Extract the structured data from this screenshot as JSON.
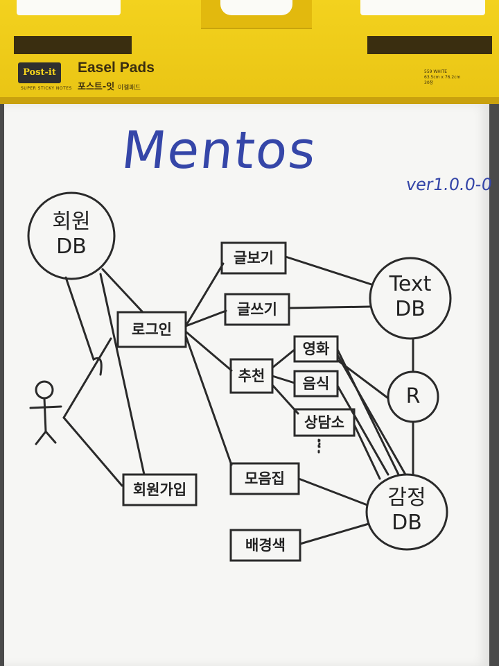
{
  "pad": {
    "logo": "Post-it",
    "logo_sub": "SUPER STICKY NOTES",
    "brand": "Easel Pads",
    "brand_kr": "포스트-잇",
    "brand_kr_small": "이젤패드",
    "spec_line1": "559 WHITE",
    "spec_line2": "63.5cm x 76.2cm",
    "spec_line3": "30장"
  },
  "diagram": {
    "title": "Mentos",
    "version": "ver1.0.0-0",
    "nodes": {
      "member_db_1": "회원",
      "member_db_2": "DB",
      "login": "로그인",
      "signup": "회원가입",
      "read": "글보기",
      "write": "글쓰기",
      "recommend": "추천",
      "movie": "영화",
      "food": "음식",
      "counseling": "상담소",
      "ellipsis": "⋮",
      "collection": "모음집",
      "background": "배경색",
      "text_db_1": "Text",
      "text_db_2": "DB",
      "r": "R",
      "emotion_db_1": "감정",
      "emotion_db_2": "DB"
    }
  }
}
